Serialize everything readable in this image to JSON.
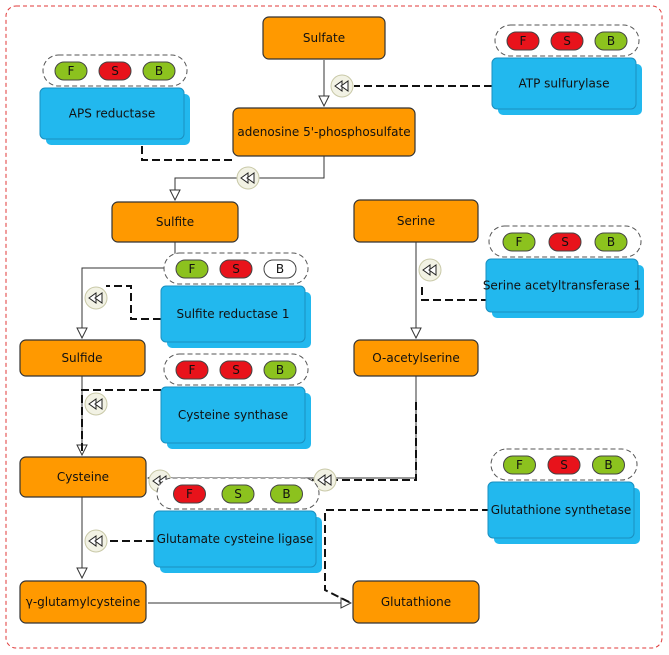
{
  "colors": {
    "metabolite": "#ff9900",
    "enzyme": "#22b8ee",
    "green": "#8cc21e",
    "red": "#e8131b",
    "white": "#ffffff",
    "border": "#e03a3a"
  },
  "metabolites": {
    "sulfate": "Sulfate",
    "aps": "adenosine 5'-phosphosulfate",
    "sulfite": "Sulfite",
    "serine": "Serine",
    "sulfide": "Sulfide",
    "oas": "O-acetylserine",
    "cysteine": "Cysteine",
    "gec": "γ-glutamylcysteine",
    "glutathione": "Glutathione"
  },
  "enzymes": {
    "aps_reductase": {
      "label": "APS reductase",
      "indicators": [
        {
          "text": "F",
          "color": "green"
        },
        {
          "text": "S",
          "color": "red"
        },
        {
          "text": "B",
          "color": "green"
        }
      ]
    },
    "atp_sulfurylase": {
      "label": "ATP sulfurylase",
      "indicators": [
        {
          "text": "F",
          "color": "red"
        },
        {
          "text": "S",
          "color": "red"
        },
        {
          "text": "B",
          "color": "green"
        }
      ]
    },
    "sulfite_reductase": {
      "label": "Sulfite reductase 1",
      "indicators": [
        {
          "text": "F",
          "color": "green"
        },
        {
          "text": "S",
          "color": "red"
        },
        {
          "text": "B",
          "color": "white"
        }
      ]
    },
    "serine_acetyltransferase": {
      "label": "Serine acetyltransferase 1",
      "indicators": [
        {
          "text": "F",
          "color": "green"
        },
        {
          "text": "S",
          "color": "red"
        },
        {
          "text": "B",
          "color": "green"
        }
      ]
    },
    "cysteine_synthase": {
      "label": "Cysteine synthase",
      "indicators": [
        {
          "text": "F",
          "color": "red"
        },
        {
          "text": "S",
          "color": "red"
        },
        {
          "text": "B",
          "color": "green"
        }
      ]
    },
    "glutamate_cysteine_ligase": {
      "label": "Glutamate cysteine ligase",
      "indicators": [
        {
          "text": "F",
          "color": "red"
        },
        {
          "text": "S",
          "color": "green"
        },
        {
          "text": "B",
          "color": "green"
        }
      ]
    },
    "glutathione_synthetase": {
      "label": "Glutathione synthetase",
      "indicators": [
        {
          "text": "F",
          "color": "green"
        },
        {
          "text": "S",
          "color": "red"
        },
        {
          "text": "B",
          "color": "green"
        }
      ]
    }
  }
}
